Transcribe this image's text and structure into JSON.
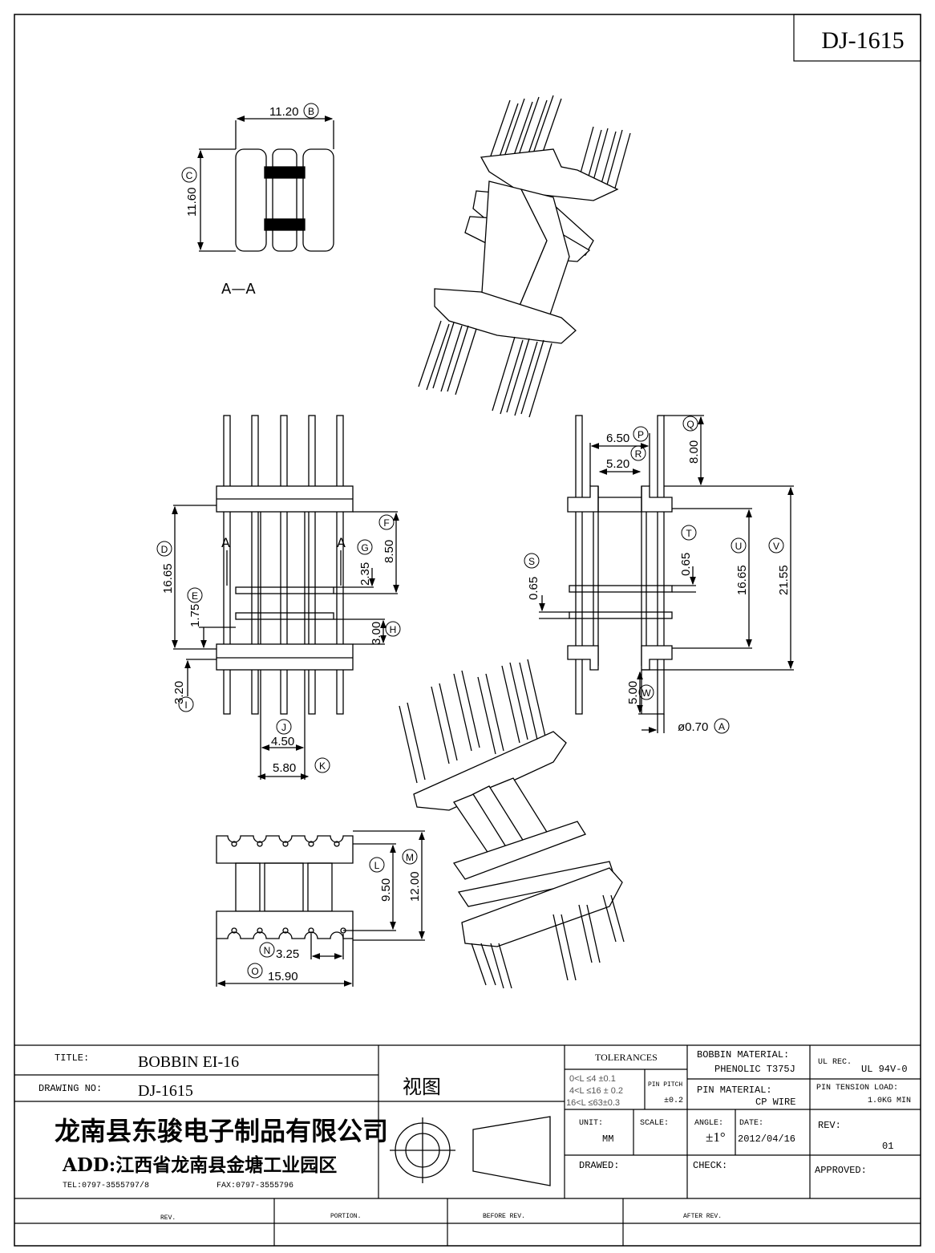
{
  "header": {
    "code": "DJ-1615"
  },
  "views": {
    "section_label": "A—A",
    "section_marker": "A",
    "view_label": "视图"
  },
  "dimensions": [
    {
      "id": "B",
      "value": "11.20"
    },
    {
      "id": "C",
      "value": "11.60"
    },
    {
      "id": "D",
      "value": "16.65"
    },
    {
      "id": "E",
      "value": "1.75"
    },
    {
      "id": "F",
      "value": "8.50"
    },
    {
      "id": "G",
      "value": "2.35"
    },
    {
      "id": "H",
      "value": "3.00"
    },
    {
      "id": "I",
      "value": "3.20"
    },
    {
      "id": "J",
      "value": "4.50"
    },
    {
      "id": "K",
      "value": "5.80"
    },
    {
      "id": "L",
      "value": "9.50"
    },
    {
      "id": "M",
      "value": "12.00"
    },
    {
      "id": "N",
      "value": "3.25"
    },
    {
      "id": "O",
      "value": "15.90"
    },
    {
      "id": "P",
      "value": "6.50"
    },
    {
      "id": "Q",
      "value": "8.00"
    },
    {
      "id": "R",
      "value": "5.20"
    },
    {
      "id": "S",
      "value": "0.65"
    },
    {
      "id": "T",
      "value": "0.65"
    },
    {
      "id": "U",
      "value": "16.65"
    },
    {
      "id": "V",
      "value": "21.55"
    },
    {
      "id": "W",
      "value": "5.00"
    },
    {
      "id": "A",
      "value": "ø0.70"
    }
  ],
  "title_block": {
    "title_label": "TITLE:",
    "title_value": "BOBBIN EI-16",
    "drawing_no_label": "DRAWING NO:",
    "drawing_no_value": "DJ-1615",
    "company": "龙南县东骏电子制品有限公司",
    "address": "ADD:江西省龙南县金塘工业园区",
    "tel": "TEL:0797-3555797/8",
    "fax": "FAX:0797-3555796",
    "tolerances_label": "TOLERANCES",
    "tolerances": [
      "0<L ≤4 ±0.1",
      "4<L ≤16 ± 0.2",
      "16<L ≤63±0.3"
    ],
    "pin_pitch_label": "PIN PITCH",
    "pin_pitch_value": "±0.2",
    "bobbin_material_label": "BOBBIN MATERIAL:",
    "bobbin_material_value": "PHENOLIC  T375J",
    "pin_material_label": "PIN MATERIAL:",
    "pin_material_value": "CP WIRE",
    "ul_rec_label": "UL REC.",
    "ul_rec_value": "UL  94V-0",
    "pin_tension_label": "PIN TENSION LOAD:",
    "pin_tension_value": "1.0KG MIN",
    "unit_label": "UNIT:",
    "unit_value": "MM",
    "scale_label": "SCALE:",
    "angle_label": "ANGLE:",
    "angle_value": "±1°",
    "date_label": "DATE:",
    "date_value": "2012/04/16",
    "rev_label": "REV:",
    "rev_value": "01",
    "drawed_label": "DRAWED:",
    "check_label": "CHECK:",
    "approved_label": "APPROVED:",
    "revision_headers": [
      "REV.",
      "PORTION.",
      "BEFORE REV.",
      "AFTER REV."
    ]
  }
}
